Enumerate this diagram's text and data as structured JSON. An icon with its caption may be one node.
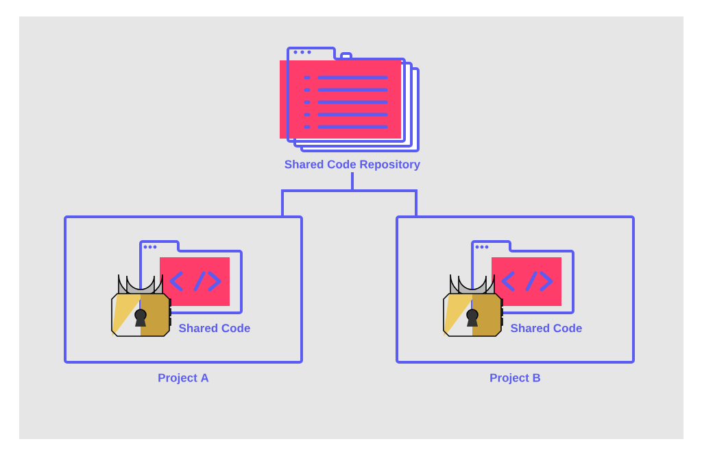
{
  "diagram": {
    "nodes": [
      {
        "text": [
          "Shared Code Repository"
        ]
      },
      {
        "text": [
          "Project A"
        ]
      },
      {
        "text": [
          "Shared Code"
        ],
        "in": 1
      },
      {
        "text": [
          "Project B"
        ]
      },
      {
        "text": [
          "Shared Code"
        ],
        "in": 3
      }
    ],
    "edges": [
      {
        "from": 0,
        "to": 1,
        "arrow": "none"
      },
      {
        "from": 0,
        "to": 3,
        "arrow": "none"
      }
    ]
  }
}
